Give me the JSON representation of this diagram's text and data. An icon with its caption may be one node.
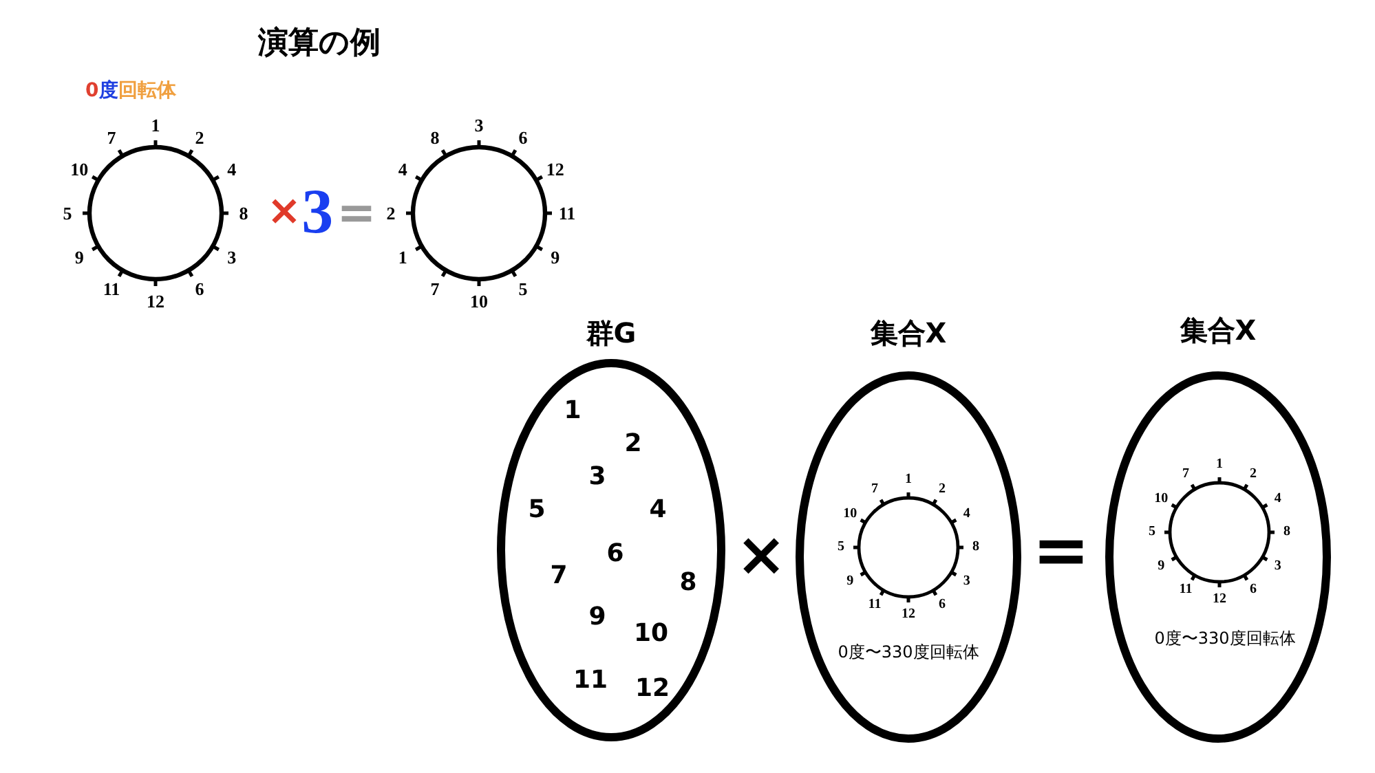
{
  "diagram": {
    "title": "演算の例",
    "nodes": [
      {
        "text": [
          "1",
          "2",
          "4",
          "8",
          "3",
          "6",
          "12",
          "11",
          "9",
          "5",
          "10",
          "7"
        ],
        "beside": [
          "0度回転体"
        ]
      },
      {
        "text": [
          "3",
          "6",
          "12",
          "11",
          "9",
          "5",
          "10",
          "7",
          "1",
          "2",
          "4",
          "8"
        ]
      },
      {
        "text": [
          "群G",
          "1",
          "2",
          "3",
          "4",
          "5",
          "6",
          "7",
          "8",
          "9",
          "10",
          "11",
          "12"
        ]
      },
      {
        "text": [
          "集合X",
          "0度〜330度回転体"
        ]
      },
      {
        "text": [
          "1",
          "2",
          "4",
          "8",
          "3",
          "6",
          "12",
          "11",
          "9",
          "5",
          "10",
          "7"
        ],
        "in": 3
      },
      {
        "text": [
          "集合X",
          "0度〜330度回転体"
        ]
      },
      {
        "text": [
          "1",
          "2",
          "4",
          "8",
          "3",
          "6",
          "12",
          "11",
          "9",
          "5",
          "10",
          "7"
        ],
        "in": 5
      }
    ],
    "edges": [],
    "labels": [
      "×3",
      "=",
      "×",
      "="
    ]
  }
}
